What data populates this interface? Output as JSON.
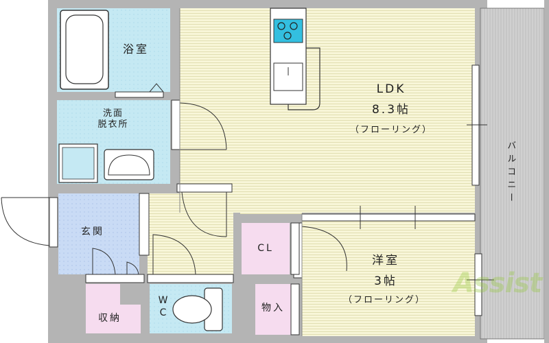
{
  "rooms": {
    "bath": "浴室",
    "washroom": "洗面\n脱衣所",
    "ldk_name": "LDK",
    "ldk_size": "8.3帖",
    "ldk_floor": "（フローリング）",
    "bedroom_name": "洋室",
    "bedroom_size": "3帖",
    "bedroom_floor": "（フローリング）",
    "closet": "CL",
    "storage": "物入",
    "entrance": "玄関",
    "shoe_storage": "収納",
    "toilet": "W\nC",
    "balcony": "バルコニー"
  },
  "logo": "Assist",
  "colors": {
    "wall": "#aaaaaa",
    "wall_fill": "#b4b4b4",
    "wet_area": "#c5e9f3",
    "floor": "#f8f6d8",
    "entrance": "#c9dbf5",
    "storage": "#f6dcef",
    "fixture": "#33bfe0",
    "balcony": "#d0d0d0"
  }
}
